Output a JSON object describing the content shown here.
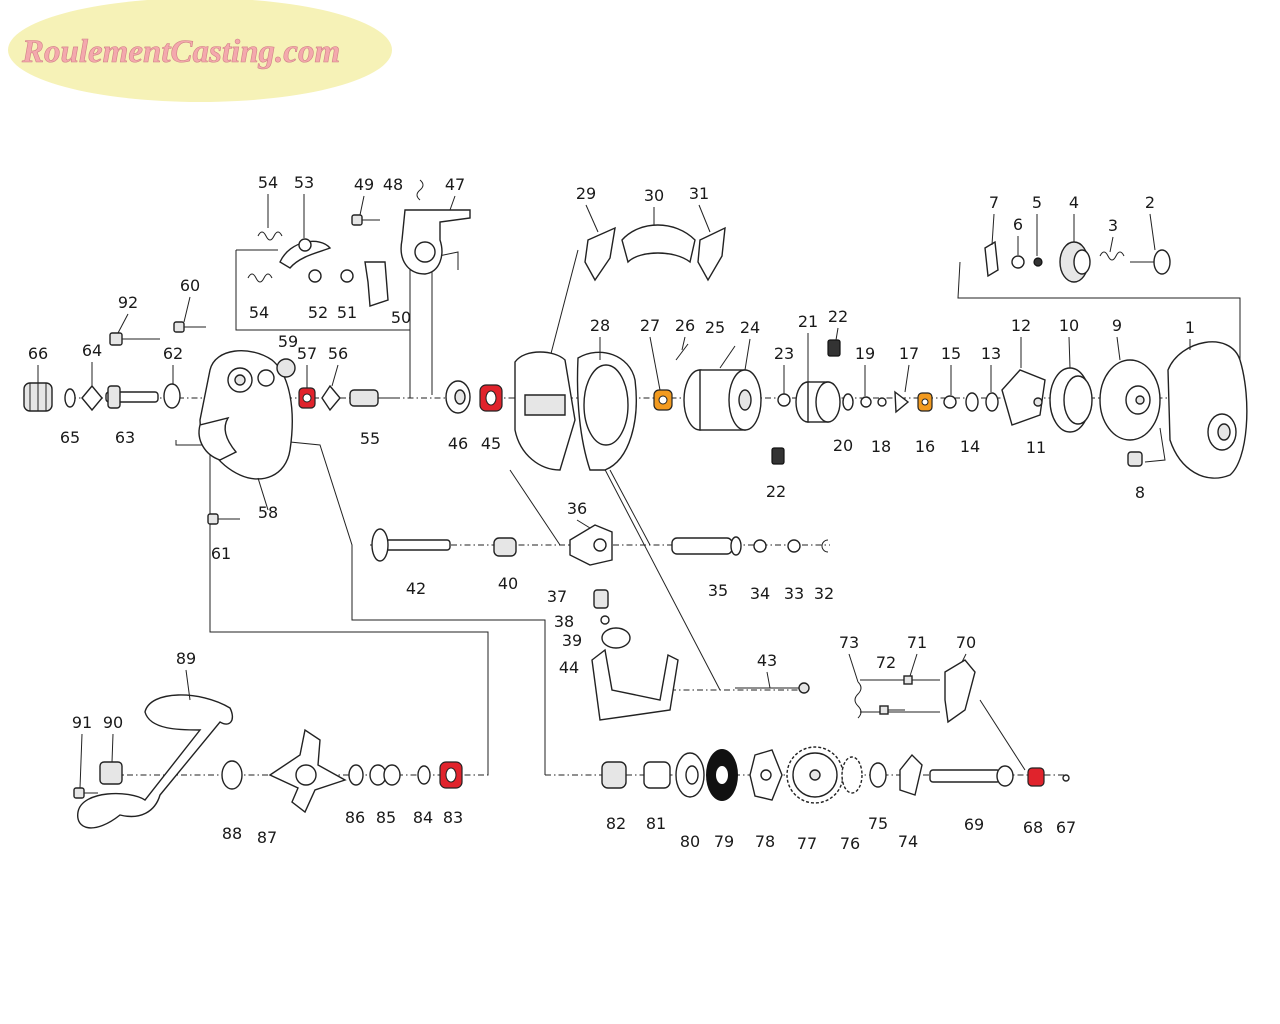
{
  "logo": {
    "text": "RoulementCasting.com",
    "fill": "#f4a9ad",
    "badge": "#f6f2b7"
  },
  "highlights": {
    "red": "#e0232c",
    "orange": "#f29a1f"
  },
  "parts": {
    "p1": "1",
    "p2": "2",
    "p3": "3",
    "p4": "4",
    "p5": "5",
    "p6": "6",
    "p7": "7",
    "p8": "8",
    "p9": "9",
    "p10": "10",
    "p11": "11",
    "p12": "12",
    "p13": "13",
    "p14": "14",
    "p15": "15",
    "p16": "16",
    "p17": "17",
    "p18": "18",
    "p19": "19",
    "p20": "20",
    "p21": "21",
    "p22a": "22",
    "p22b": "22",
    "p23": "23",
    "p24": "24",
    "p25": "25",
    "p26": "26",
    "p27": "27",
    "p28": "28",
    "p29": "29",
    "p30": "30",
    "p31": "31",
    "p32": "32",
    "p33": "33",
    "p34": "34",
    "p35": "35",
    "p36": "36",
    "p37": "37",
    "p38": "38",
    "p39": "39",
    "p40": "40",
    "p42": "42",
    "p43": "43",
    "p44": "44",
    "p45": "45",
    "p46": "46",
    "p47": "47",
    "p48": "48",
    "p49": "49",
    "p50": "50",
    "p51": "51",
    "p52": "52",
    "p53": "53",
    "p54a": "54",
    "p54b": "54",
    "p55": "55",
    "p56": "56",
    "p57": "57",
    "p58": "58",
    "p59": "59",
    "p60": "60",
    "p61": "61",
    "p62": "62",
    "p63": "63",
    "p64": "64",
    "p65": "65",
    "p66": "66",
    "p67": "67",
    "p68": "68",
    "p69": "69",
    "p70": "70",
    "p71": "71",
    "p72": "72",
    "p73": "73",
    "p74": "74",
    "p75": "75",
    "p76": "76",
    "p77": "77",
    "p78": "78",
    "p79": "79",
    "p80": "80",
    "p81": "81",
    "p82": "82",
    "p83": "83",
    "p84": "84",
    "p85": "85",
    "p86": "86",
    "p87": "87",
    "p88": "88",
    "p89": "89",
    "p90": "90",
    "p91": "91",
    "p92": "92"
  }
}
